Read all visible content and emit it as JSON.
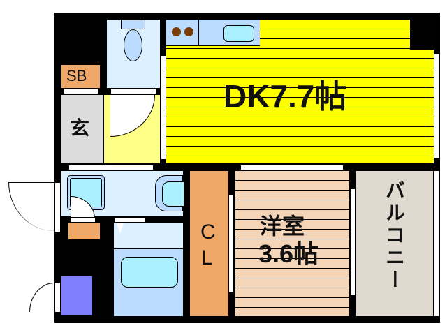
{
  "floor_plan": {
    "rooms": {
      "dk": {
        "label": "DK7.7帖",
        "color": "#ffff00"
      },
      "western_room": {
        "label_line1": "洋室",
        "label_line2": "3.6帖",
        "color": "#f5d5b8"
      },
      "balcony": {
        "label": "バルコニー",
        "color": "#e0d9d0"
      },
      "closet": {
        "label_line1": "C",
        "label_line2": "L",
        "color": "#f0a868"
      },
      "entrance": {
        "label": "玄",
        "color": "#dcdcdc"
      },
      "shoe_box": {
        "label": "SB",
        "color": "#f0a868"
      },
      "hall": {
        "color": "#ffff88"
      },
      "toilet": {
        "color": "#ddf0ff"
      },
      "washroom": {
        "color": "#ddf0ff"
      },
      "bathroom": {
        "color": "#ddf0ff"
      },
      "meter_box": {
        "color": "#8080ff"
      }
    },
    "colors": {
      "wall": "#000000",
      "fixture_blue": "#aaf0ff",
      "fixture_frame": "#bcdcff",
      "stove_burner": "#7a3d0a"
    }
  }
}
